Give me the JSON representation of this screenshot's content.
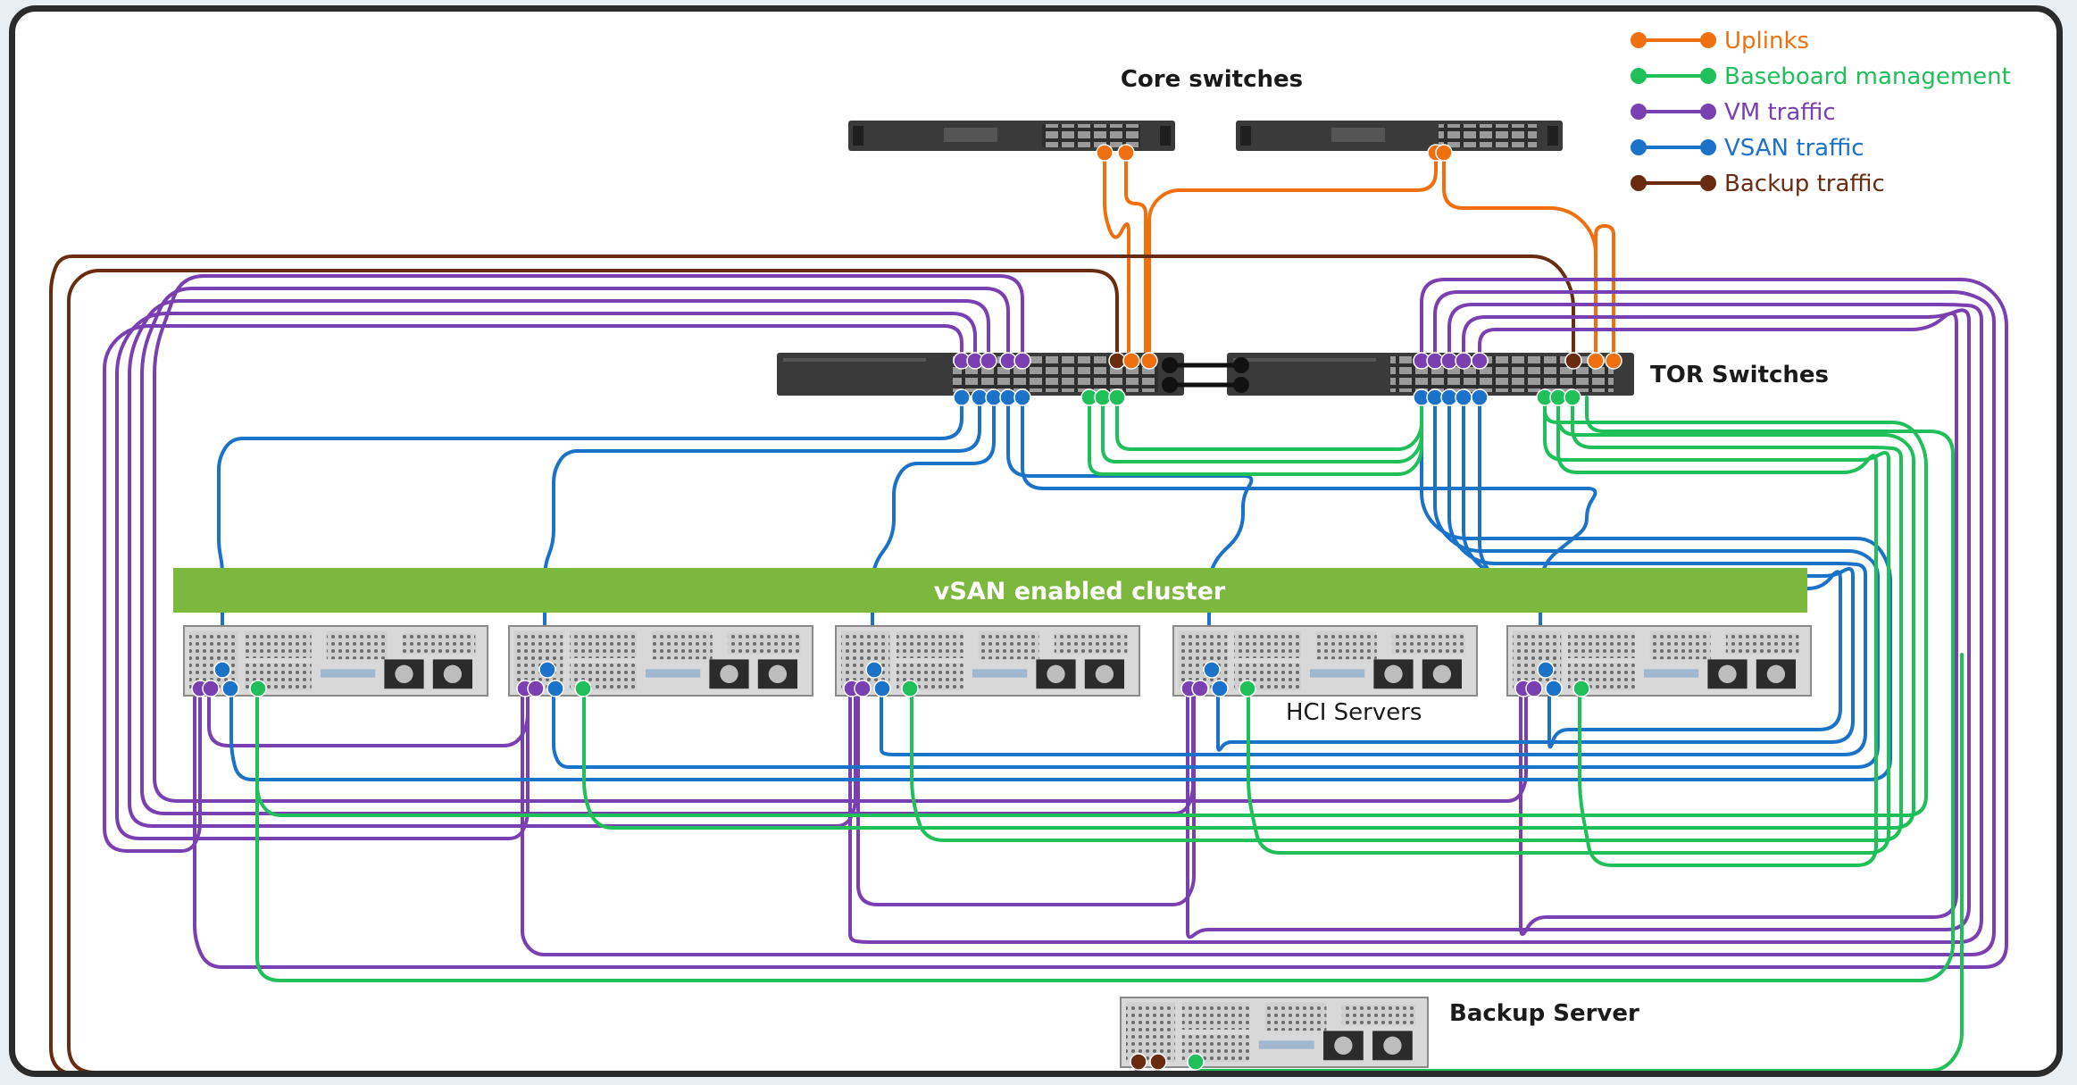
{
  "labels": {
    "core": "Core switches",
    "tor": "TOR Switches",
    "hci": "HCI Servers",
    "backup": "Backup Server",
    "cluster": "vSAN enabled cluster"
  },
  "legend": [
    {
      "key": "uplinks",
      "label": "Uplinks",
      "color": "#f0700f"
    },
    {
      "key": "bmc",
      "label": "Baseboard management",
      "color": "#1fbf5a"
    },
    {
      "key": "vm",
      "label": "VM traffic",
      "color": "#7a3fb1"
    },
    {
      "key": "vsan",
      "label": "VSAN traffic",
      "color": "#1a72c9"
    },
    {
      "key": "backup",
      "label": "Backup traffic",
      "color": "#6a2c10"
    }
  ],
  "colors": {
    "cluster_banner": "#7cb83d",
    "device_body": "#3a3a3a",
    "server_body": "#d8d8d8"
  }
}
